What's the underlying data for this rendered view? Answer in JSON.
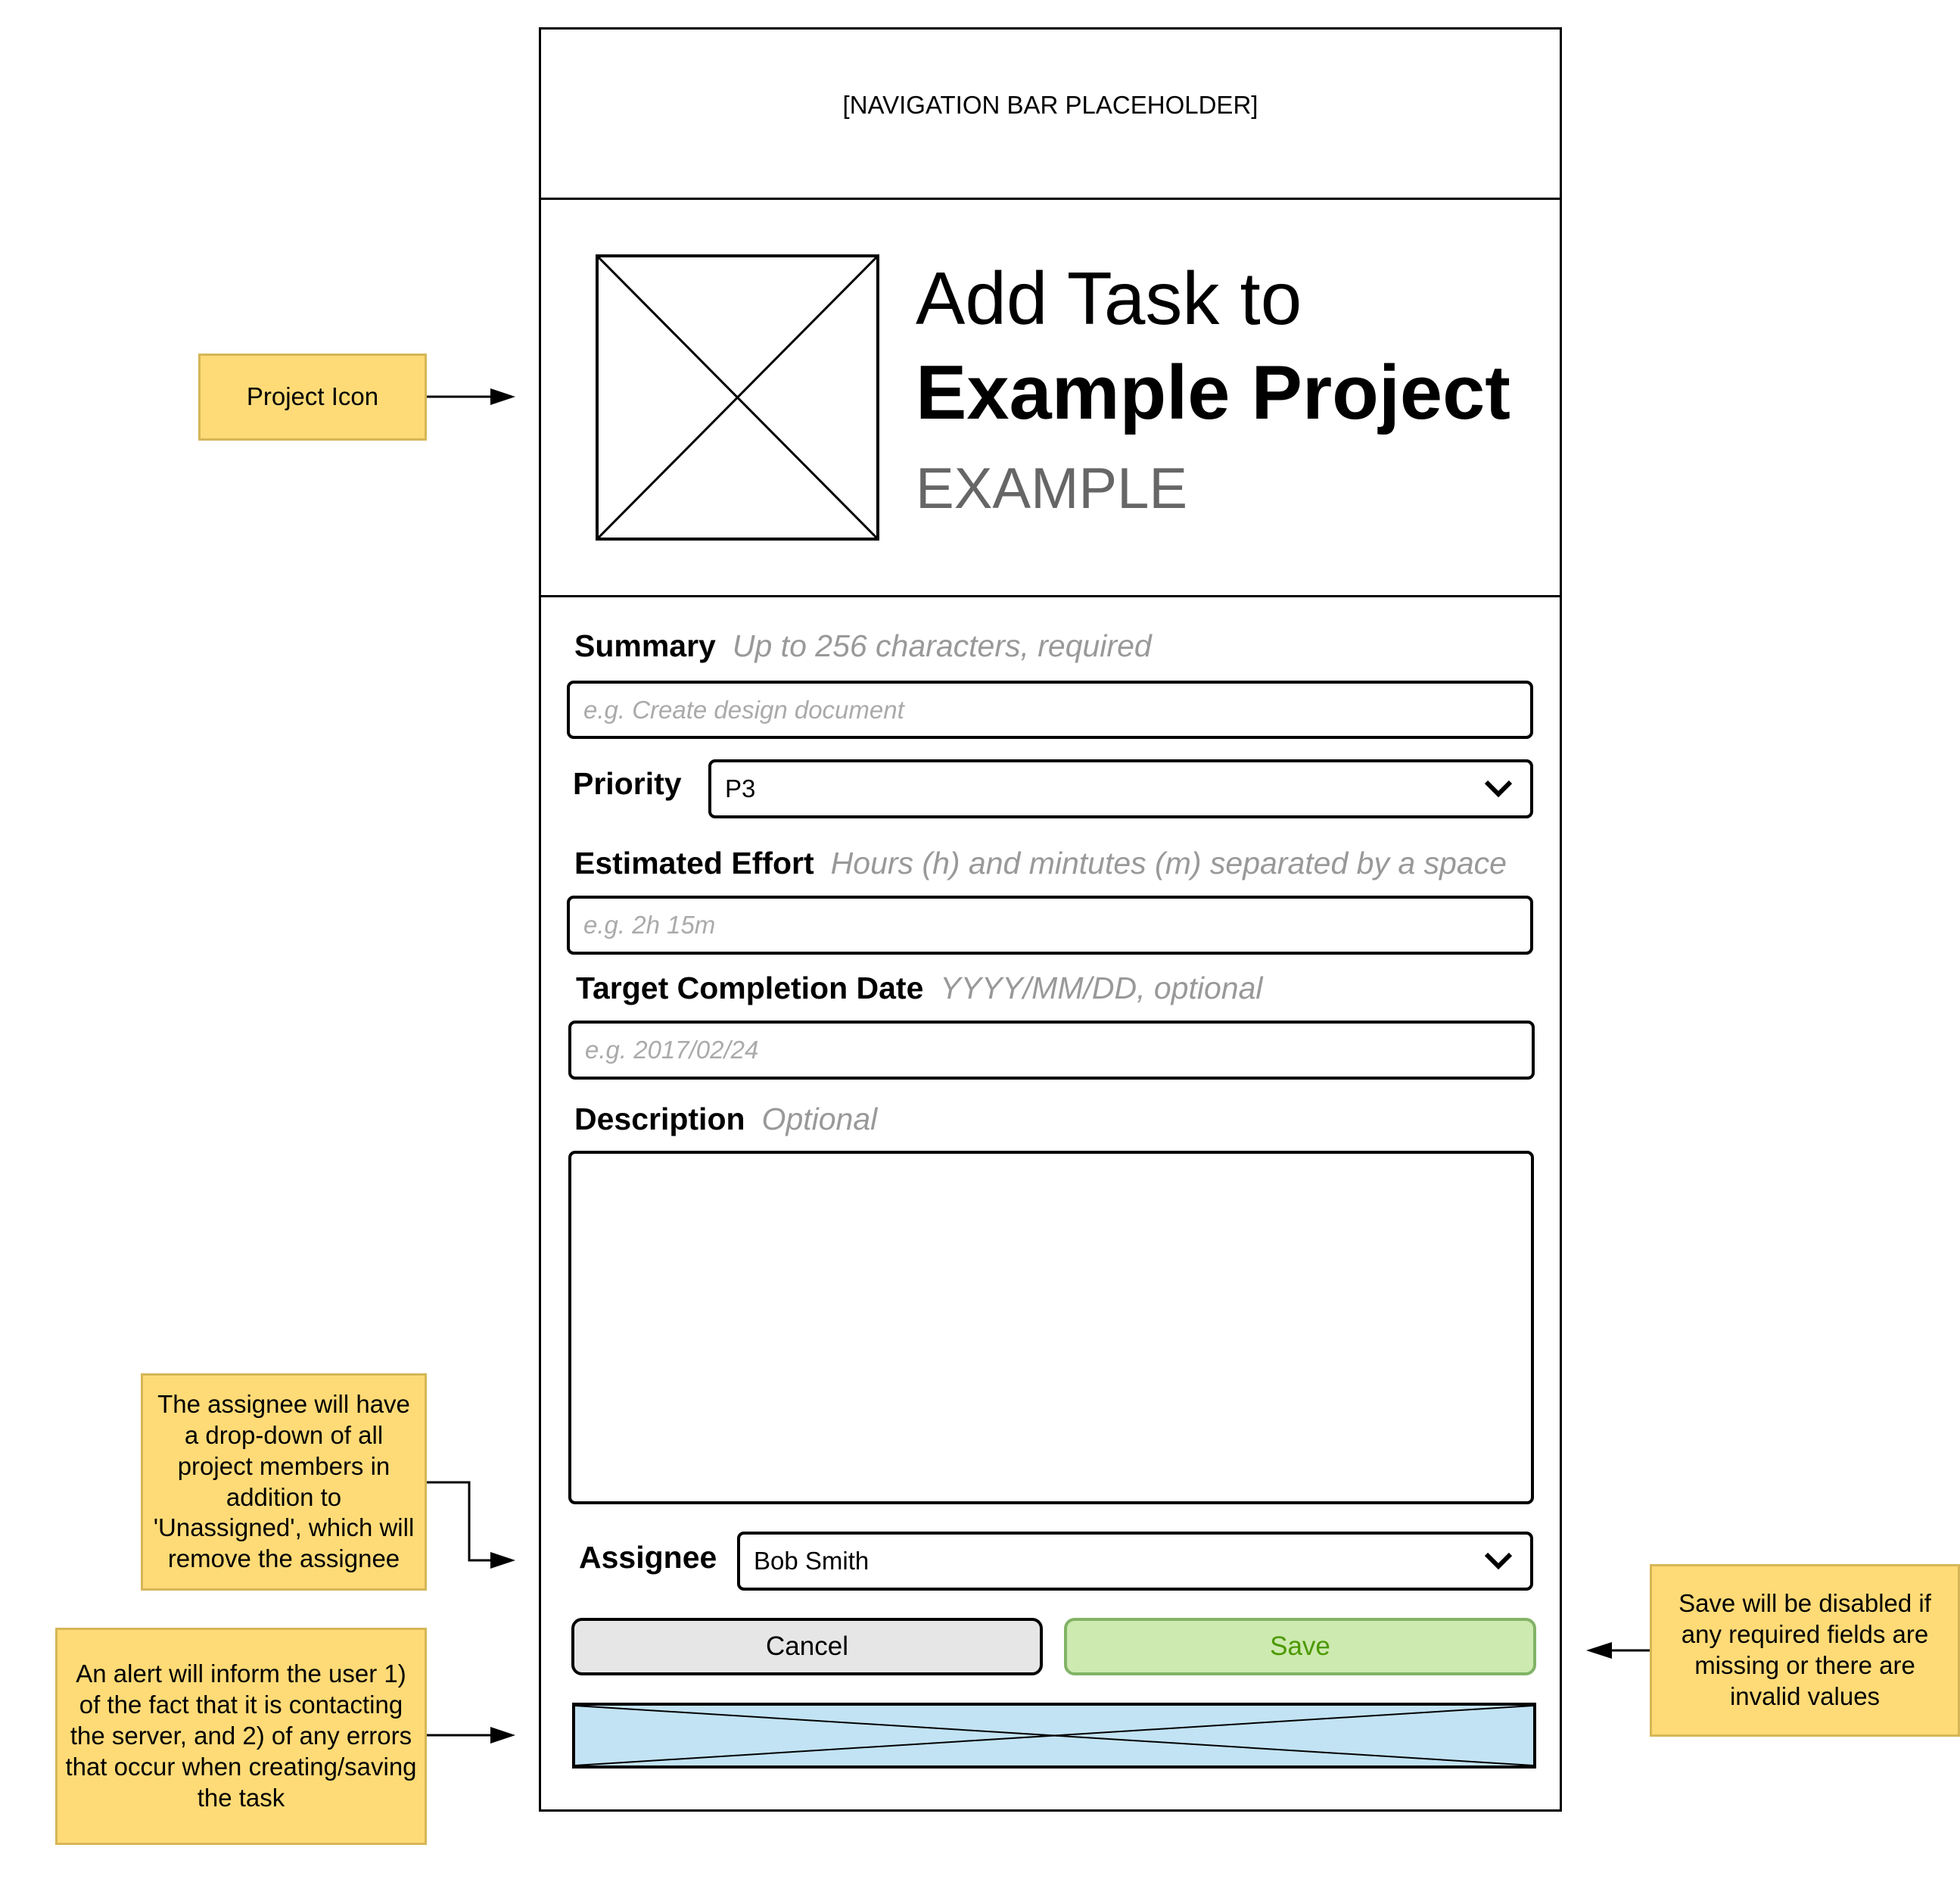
{
  "nav": {
    "placeholder": "[NAVIGATION BAR PLACEHOLDER]"
  },
  "header": {
    "title_line1": "Add Task to",
    "project_name": "Example Project",
    "project_key": "EXAMPLE"
  },
  "form": {
    "summary": {
      "label": "Summary",
      "hint": "Up to 256 characters, required",
      "placeholder": "e.g. Create design document"
    },
    "priority": {
      "label": "Priority",
      "value": "P3"
    },
    "effort": {
      "label": "Estimated Effort",
      "hint": "Hours (h) and mintutes (m) separated by a space",
      "placeholder": "e.g. 2h 15m"
    },
    "target_date": {
      "label": "Target Completion Date",
      "hint": "YYYY/MM/DD, optional",
      "placeholder": "e.g. 2017/02/24"
    },
    "description": {
      "label": "Description",
      "hint": "Optional"
    },
    "assignee": {
      "label": "Assignee",
      "value": "Bob Smith"
    },
    "cancel_label": "Cancel",
    "save_label": "Save"
  },
  "notes": {
    "project_icon": "Project Icon",
    "assignee": "The assignee will have a drop-down of all project members in addition to 'Unassigned', which will remove the assignee",
    "alert": "An alert will inform the user 1) of the fact that it is contacting the server, and 2) of any errors that occur when creating/saving the task",
    "save": "Save will be disabled if any required fields are missing or there are invalid values"
  },
  "colors": {
    "note_fill": "#ffdb77",
    "note_border": "#d6b656",
    "save_fill": "#cdeab0",
    "save_text": "#4d9900",
    "alert_fill": "#c2e3f3",
    "cancel_fill": "#e6e6e6",
    "project_key": "#666666",
    "hint_text": "#999999"
  }
}
